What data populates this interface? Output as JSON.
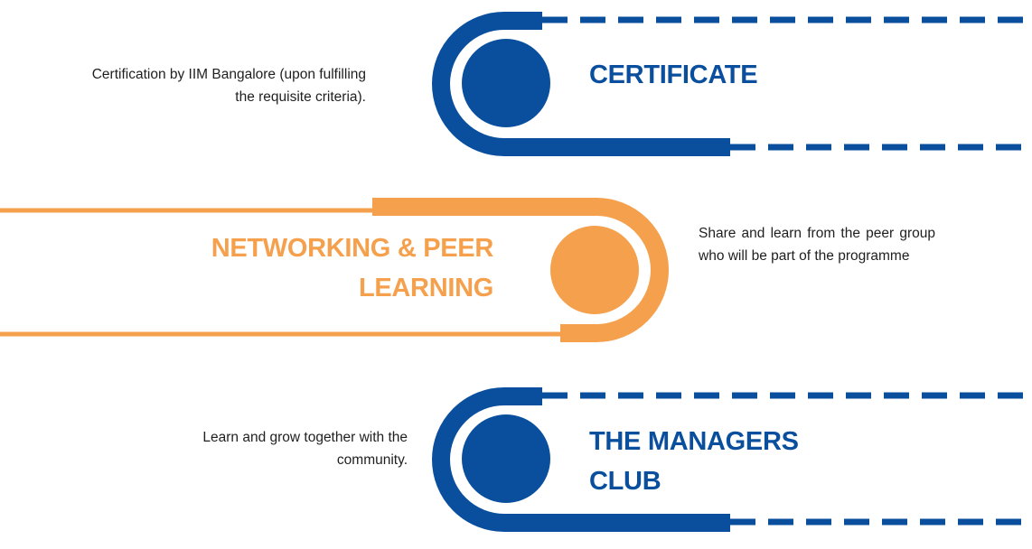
{
  "colors": {
    "blue": "#0a4f9e",
    "orange": "#f5a04c",
    "text": "#1f1f1f"
  },
  "items": [
    {
      "title": "CERTIFICATE",
      "description": "Certification by IIM Bangalore (upon fulfilling the requisite criteria)."
    },
    {
      "title": "NETWORKING & PEER LEARNING",
      "description": "Share and learn from the peer group who will be part of the programme"
    },
    {
      "title": "THE MANAGERS CLUB",
      "description": "Learn and grow together with the community."
    }
  ]
}
